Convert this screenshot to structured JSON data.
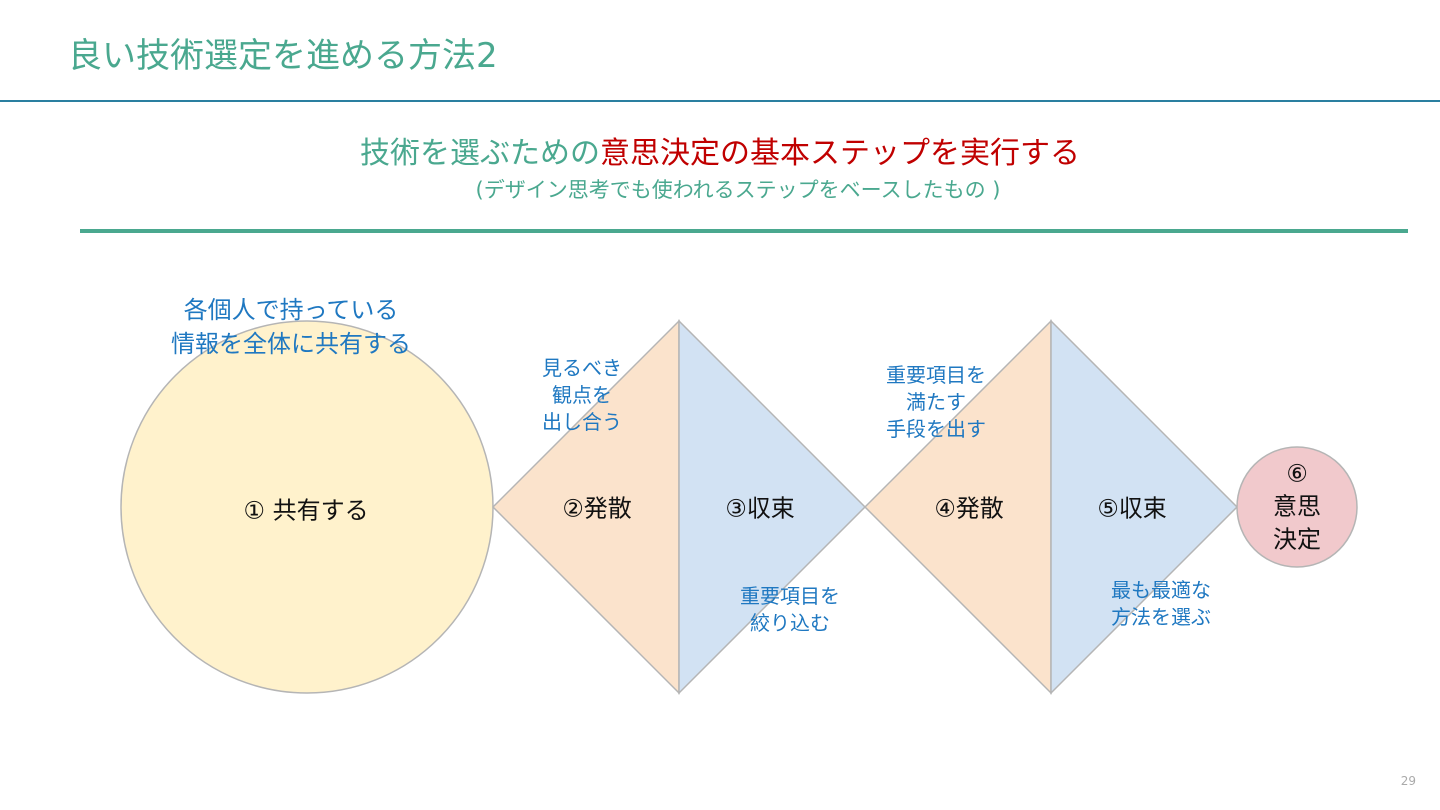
{
  "title": "良い技術選定を進める方法2",
  "subtitle": {
    "part1": "技術を選ぶための",
    "part2": "意思決定の基本ステップを実行する"
  },
  "subtitle2": "(デザイン思考でも使われるステップをベースしたもの )",
  "steps": {
    "s1": "① 共有する",
    "s2": "②発散",
    "s3": "③収束",
    "s4": "④発散",
    "s5": "⑤収束",
    "s6a": "⑥",
    "s6b": "意思",
    "s6c": "決定"
  },
  "notes": {
    "n1a": "各個人で持っている",
    "n1b": "情報を全体に共有する",
    "n2a": "見るべき",
    "n2b": "観点を",
    "n2c": "出し合う",
    "n3a": "重要項目を",
    "n3b": "絞り込む",
    "n4a": "重要項目を",
    "n4b": "満たす",
    "n4c": "手段を出す",
    "n5a": "最も最適な",
    "n5b": "方法を選ぶ"
  },
  "page_number": "29",
  "colors": {
    "teal": "#4aa88f",
    "red": "#c00000",
    "blue_text": "#1f78c1",
    "circle": "#fff2cc",
    "orange": "#fbe3cc",
    "blue": "#d2e2f3",
    "pink": "#f1c9cc"
  }
}
